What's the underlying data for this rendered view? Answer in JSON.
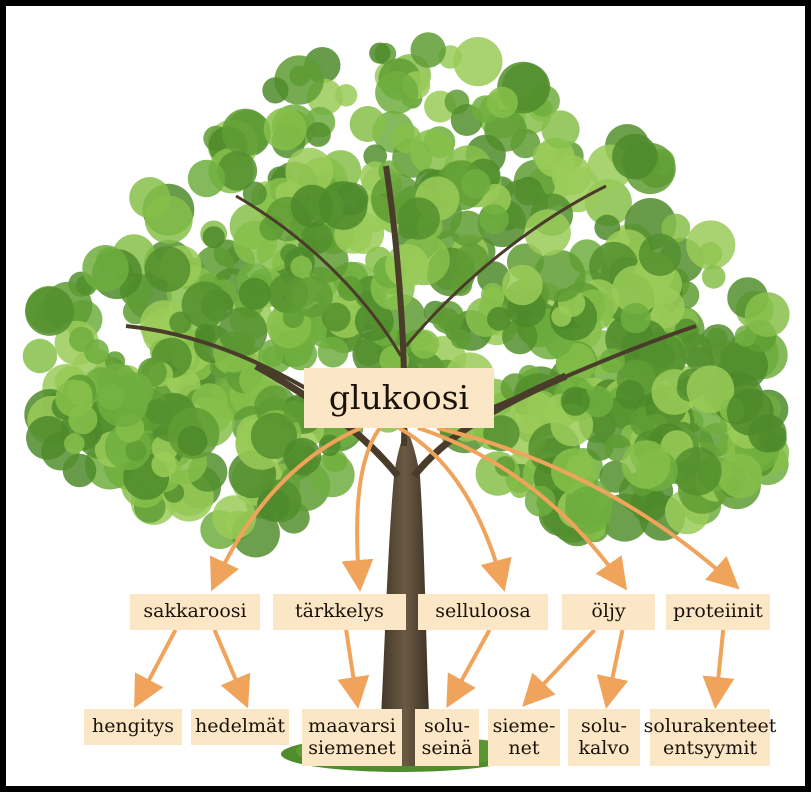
{
  "diagram": {
    "root": {
      "label": "glukoosi"
    },
    "middle": [
      {
        "id": "sakkaroosi",
        "label": "sakkaroosi"
      },
      {
        "id": "tarkkelys",
        "label": "tärkkelys"
      },
      {
        "id": "selluloosa",
        "label": "selluloosa"
      },
      {
        "id": "oljy",
        "label": "öljy"
      },
      {
        "id": "proteiinit",
        "label": "proteiinit"
      }
    ],
    "leaves": [
      {
        "id": "hengitys",
        "label": "hengitys",
        "parent": "sakkaroosi"
      },
      {
        "id": "hedelmat",
        "label": "hedelmät",
        "parent": "sakkaroosi"
      },
      {
        "id": "maavarsi",
        "label": "maavarsi\nsiemenet",
        "parent": "tarkkelys"
      },
      {
        "id": "soluseina",
        "label": "solu-\nseinä",
        "parent": "selluloosa"
      },
      {
        "id": "siemenet",
        "label": "sieme-\nnet",
        "parent": "oljy"
      },
      {
        "id": "solukalvo",
        "label": "solu-\nkalvo",
        "parent": "oljy"
      },
      {
        "id": "solurakenteet",
        "label": "solurakenteet\nentsyymit",
        "parent": "proteiinit"
      }
    ],
    "colors": {
      "box_fill": "#fbe6c6",
      "arrow": "#f0a35a",
      "foliage_dark": "#4e8a2a",
      "foliage_light": "#8cc24c",
      "trunk": "#5a4a36",
      "frame": "#000000"
    },
    "image_icon": "oak-tree-illustration"
  }
}
